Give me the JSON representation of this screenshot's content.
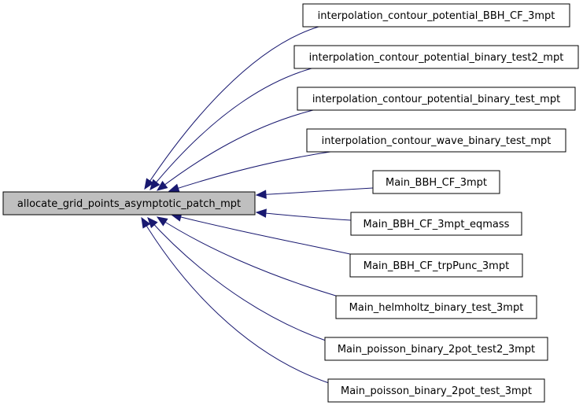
{
  "graph": {
    "root": {
      "label": "allocate_grid_points_asymptotic_patch_mpt",
      "fill": "#bfbfbf"
    },
    "callers": [
      "interpolation_contour_potential_BBH_CF_3mpt",
      "interpolation_contour_potential_binary_test2_mpt",
      "interpolation_contour_potential_binary_test_mpt",
      "interpolation_contour_wave_binary_test_mpt",
      "Main_BBH_CF_3mpt",
      "Main_BBH_CF_3mpt_eqmass",
      "Main_BBH_CF_trpPunc_3mpt",
      "Main_helmholtz_binary_test_3mpt",
      "Main_poisson_binary_2pot_test2_3mpt",
      "Main_poisson_binary_2pot_test_3mpt"
    ],
    "colors": {
      "edge": "#191970",
      "node_fill": "#ffffff",
      "node_border": "#000000"
    }
  }
}
